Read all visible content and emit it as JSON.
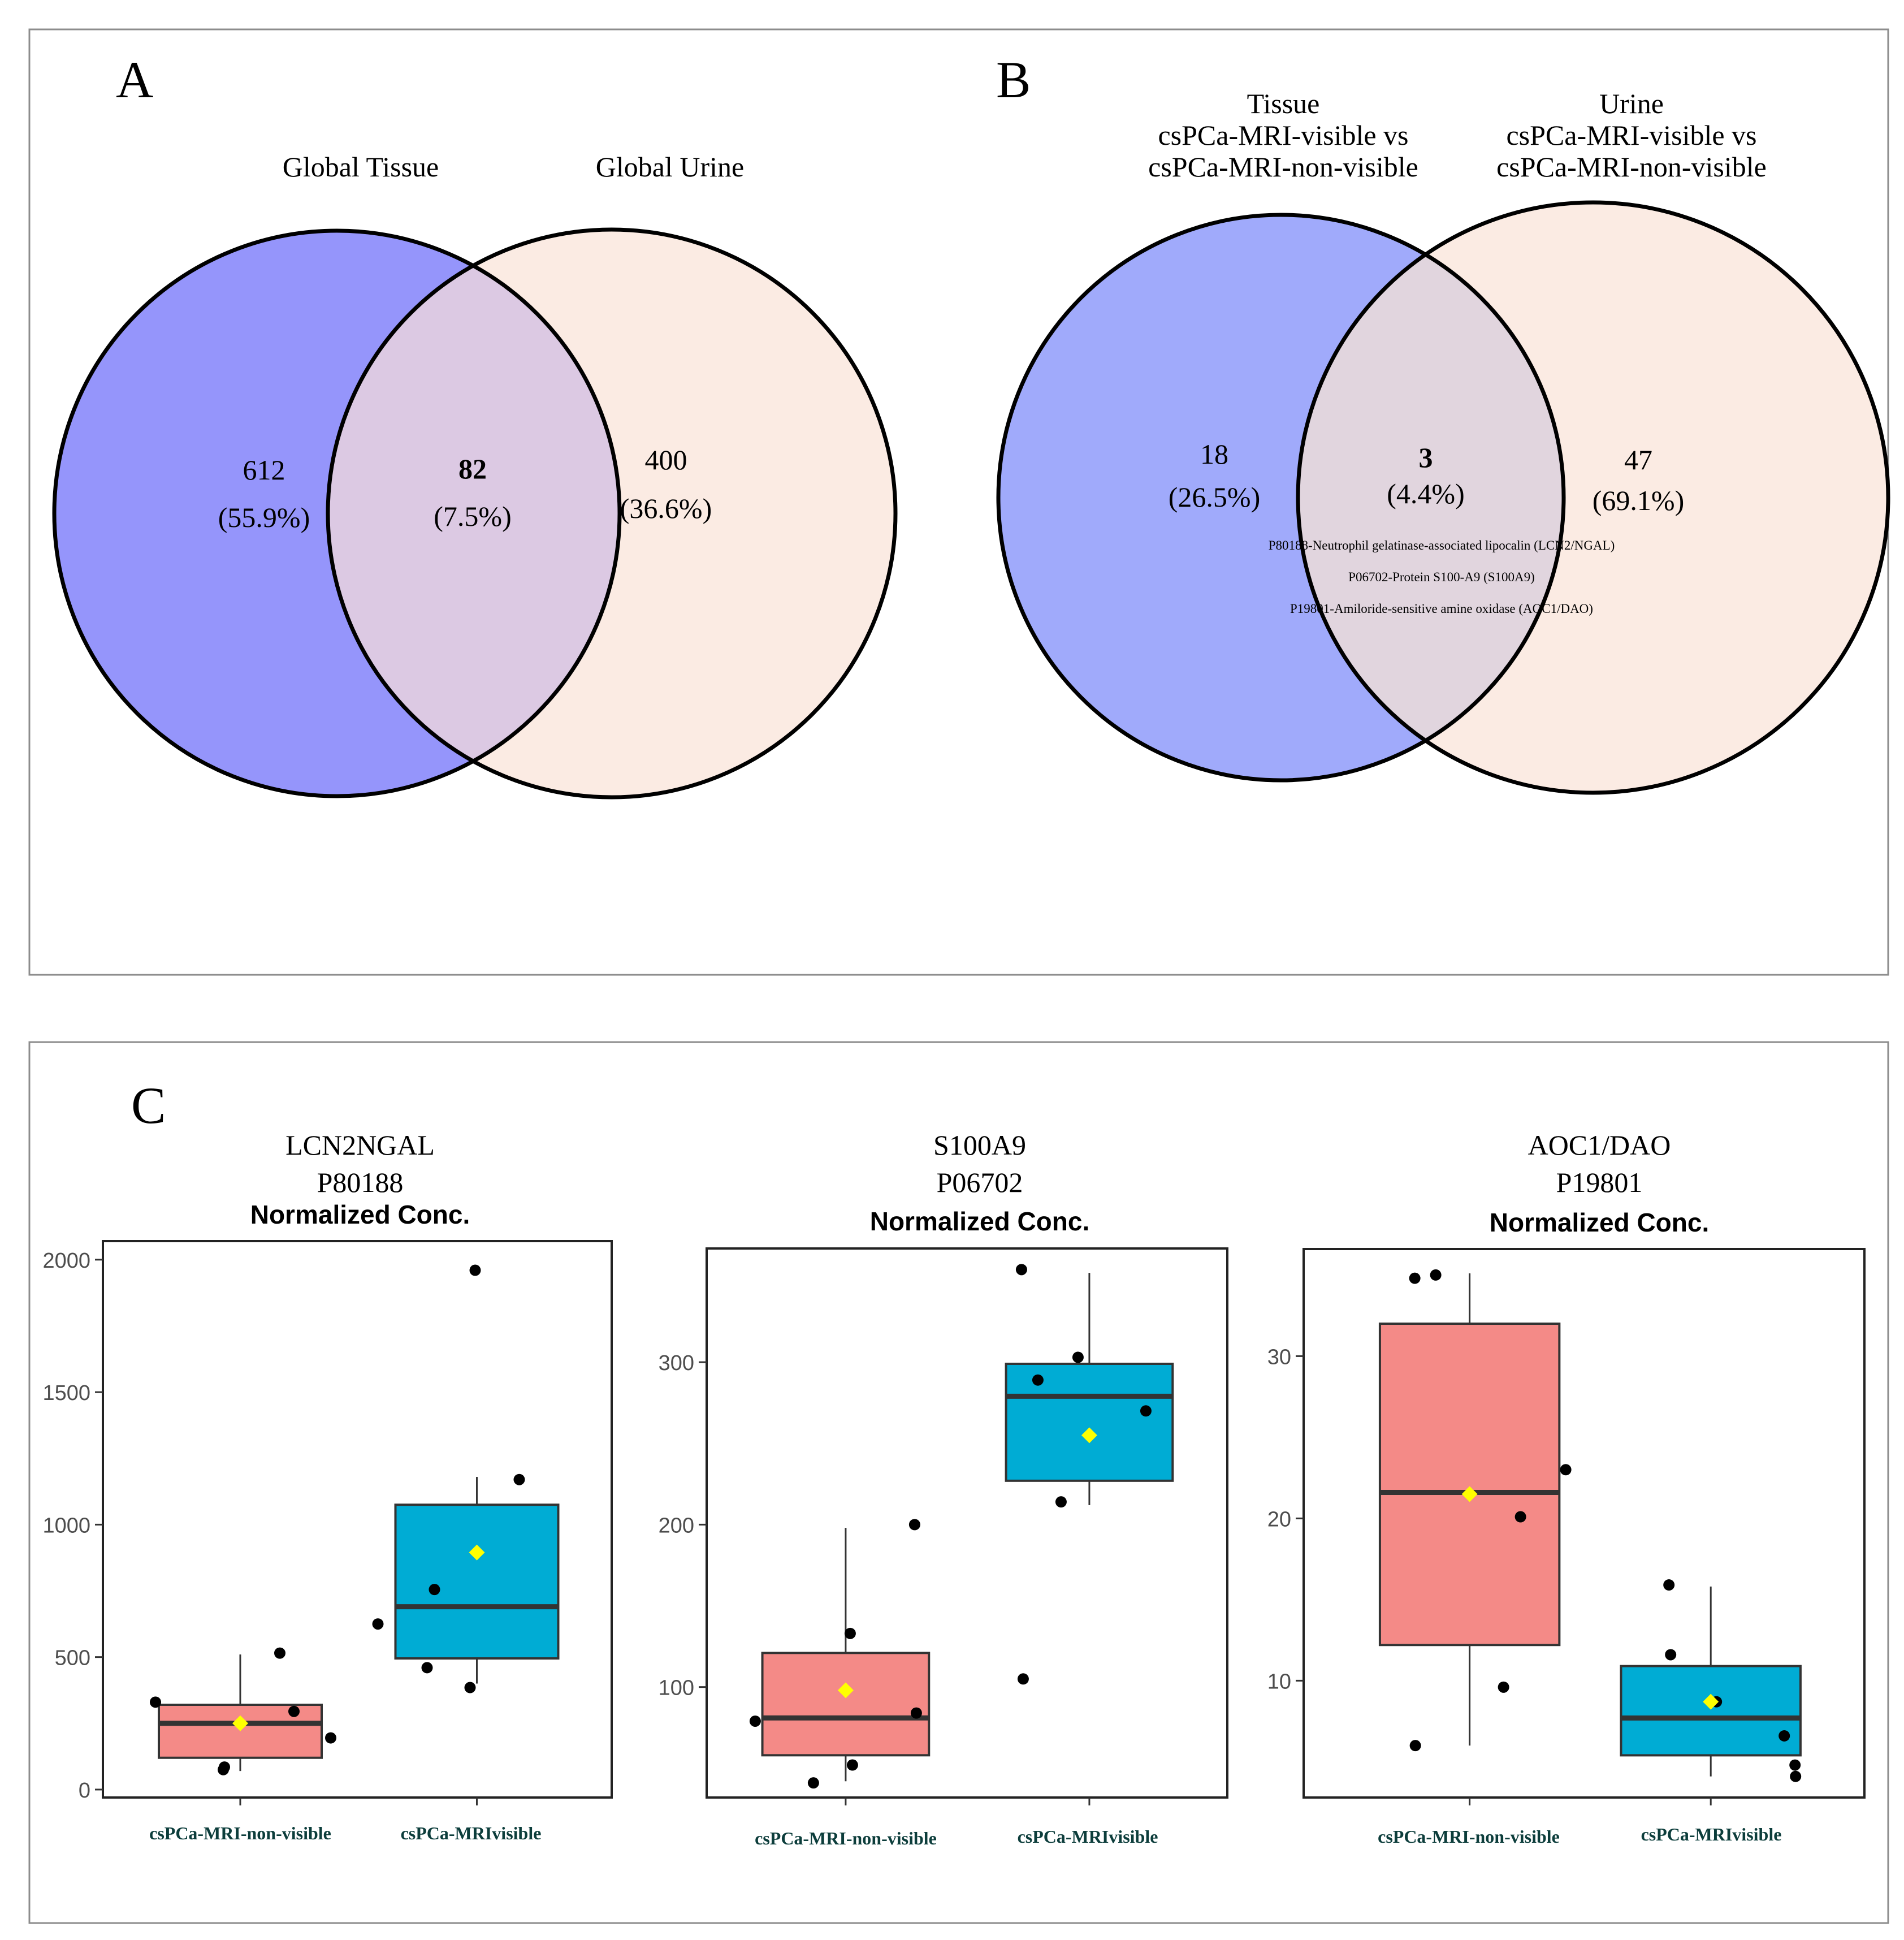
{
  "panel_a": {
    "letter": "A",
    "left_label": "Global Tissue",
    "right_label": "Global Urine",
    "left_count": "612",
    "left_pct": "(55.9%)",
    "overlap_count": "82",
    "overlap_pct": "(7.5%)",
    "right_count": "400",
    "right_pct": "(36.6%)",
    "left_color": "#9595fb",
    "right_color": "#fbebe3",
    "overlap_color": "#dcc9e3"
  },
  "panel_b": {
    "letter": "B",
    "left_label_lines": [
      "Tissue",
      "csPCa-MRI-visible vs",
      "csPCa-MRI-non-visible"
    ],
    "right_label_lines": [
      "Urine",
      "csPCa-MRI-visible vs",
      "csPCa-MRI-non-visible"
    ],
    "left_count": "18",
    "left_pct": "(26.5%)",
    "overlap_count": "3",
    "overlap_pct": "(4.4%)",
    "right_count": "47",
    "right_pct": "(69.1%)",
    "proteins": [
      "P80188-Neutrophil gelatinase-associated lipocalin (LCN2/NGAL)",
      "P06702-Protein S100-A9 (S100A9)",
      "P19801-Amiloride-sensitive amine oxidase (AOC1/DAO)"
    ],
    "left_color": "#a0aafb",
    "right_color": "#fbebe3",
    "overlap_color": "#e1d5de"
  },
  "panel_c": {
    "letter": "C",
    "group_colors": {
      "non_visible": "#f48a87",
      "visible": "#00acd4"
    },
    "mean_color": "#ffff00"
  },
  "chart_data": [
    {
      "type": "box",
      "title_lines": [
        "LCN2NGAL",
        "P80188"
      ],
      "subtitle": "Normalized Conc.",
      "categories": [
        "csPCa-MRI-non-visible",
        "csPCa-MRIvisible"
      ],
      "ylim": [
        -30,
        2070
      ],
      "yticks": [
        0,
        500,
        1000,
        1500,
        2000
      ],
      "boxes": [
        {
          "q1": 120,
          "median": 250,
          "q3": 320,
          "whisker_low": 70,
          "whisker_high": 510,
          "mean": 250
        },
        {
          "q1": 495,
          "median": 690,
          "q3": 1075,
          "whisker_low": 400,
          "whisker_high": 1180,
          "mean": 895
        }
      ],
      "points": [
        [
          330,
          85,
          75,
          515,
          295,
          195
        ],
        [
          1960,
          1170,
          385,
          460,
          625,
          755
        ]
      ]
    },
    {
      "type": "box",
      "title_lines": [
        "S100A9",
        "P06702"
      ],
      "subtitle": "Normalized Conc.",
      "categories": [
        "csPCa-MRI-non-visible",
        "csPCa-MRIvisible"
      ],
      "ylim": [
        32,
        370
      ],
      "yticks": [
        100,
        200,
        300
      ],
      "boxes": [
        {
          "q1": 58,
          "median": 81,
          "q3": 121,
          "whisker_low": 42,
          "whisker_high": 198,
          "mean": 98
        },
        {
          "q1": 227,
          "median": 279,
          "q3": 299,
          "whisker_low": 212,
          "whisker_high": 355,
          "mean": 255
        }
      ],
      "points": [
        [
          79,
          41,
          52,
          133,
          84,
          200
        ],
        [
          357,
          289,
          303,
          214,
          105,
          270
        ]
      ]
    },
    {
      "type": "box",
      "title_lines": [
        "AOC1/DAO",
        "P19801"
      ],
      "subtitle": "Normalized Conc.",
      "categories": [
        "csPCa-MRI-non-visible",
        "csPCa-MRIvisible"
      ],
      "ylim": [
        2.8,
        36.6
      ],
      "yticks": [
        10,
        20,
        30
      ],
      "boxes": [
        {
          "q1": 12.2,
          "median": 21.6,
          "q3": 32.0,
          "whisker_low": 6.0,
          "whisker_high": 35.1,
          "mean": 21.5
        },
        {
          "q1": 5.4,
          "median": 7.7,
          "q3": 10.9,
          "whisker_low": 4.1,
          "whisker_high": 15.8,
          "mean": 8.7
        },
        {
          "_note": ""
        }
      ],
      "points": [
        [
          34.8,
          35.0,
          6.0,
          23.0,
          20.1,
          9.6
        ],
        [
          15.9,
          11.6,
          8.7,
          6.6,
          4.8,
          4.1
        ]
      ]
    }
  ]
}
